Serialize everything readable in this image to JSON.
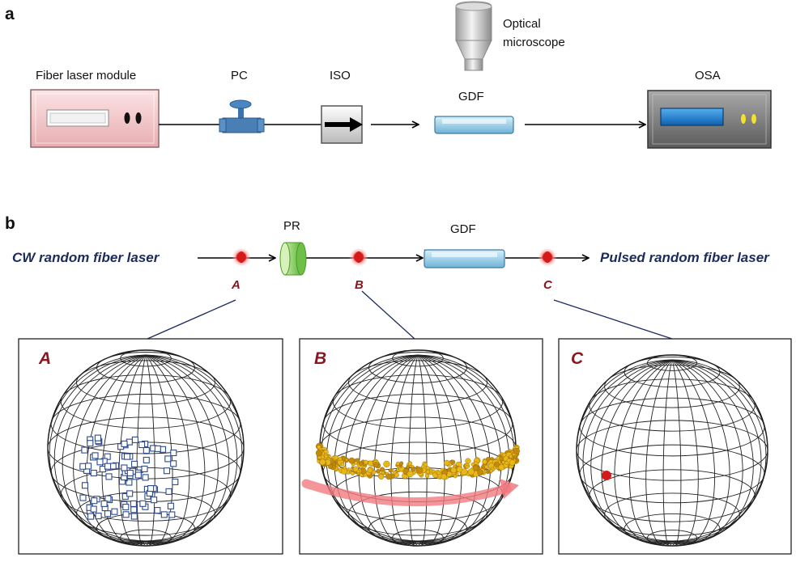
{
  "panel_a": {
    "letter": "a",
    "fiber_laser_module": "Fiber laser module",
    "pc": "PC",
    "iso": "ISO",
    "optical_microscope_line1": "Optical",
    "optical_microscope_line2": "microscope",
    "gdf": "GDF",
    "osa": "OSA"
  },
  "panel_b": {
    "letter": "b",
    "input_text": "CW random fiber laser",
    "pr": "PR",
    "gdf": "GDF",
    "output_text": "Pulsed random fiber laser",
    "point_a": "A",
    "point_b": "B",
    "point_c": "C"
  },
  "insets": {
    "a_label": "A",
    "b_label": "B",
    "c_label": "C"
  },
  "colors": {
    "fiber_laser_module_fill": "#f2c5c7",
    "pc_fill": "#4a7fb5",
    "gdf_fill": "#a9d6ea",
    "osa_fill": "#7d7d7d",
    "osa_screen": "#1d7fd6",
    "pr_fill": "#8fd16a",
    "point_red": "#d41a1a",
    "text_blue": "#1c2a5e",
    "text_red": "#8a1620",
    "polarization_gold": "#e8b818",
    "rotation_arrow": "#f07a80"
  }
}
